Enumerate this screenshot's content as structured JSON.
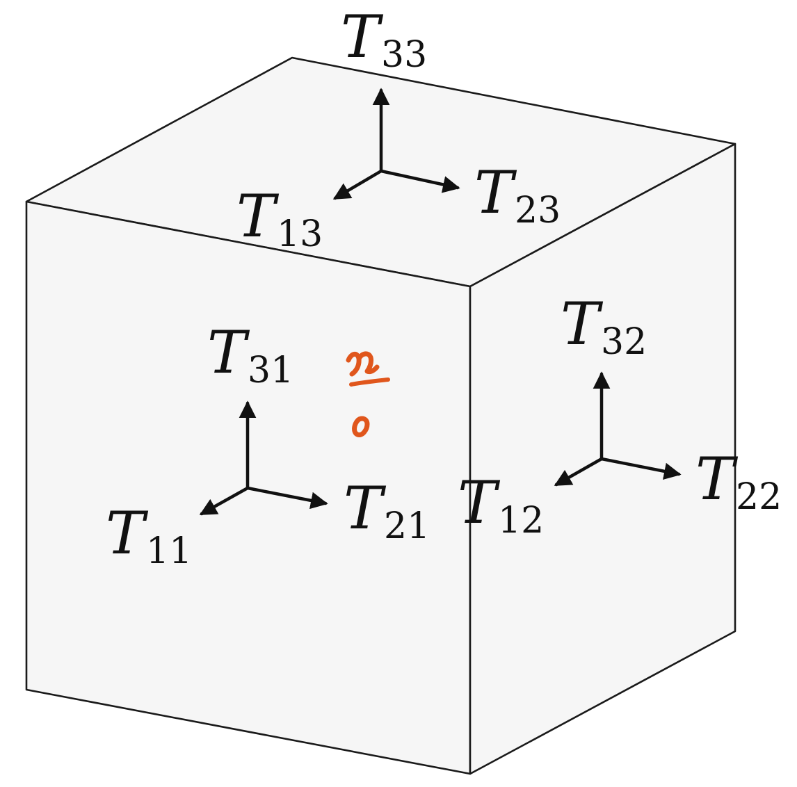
{
  "labels": {
    "t33": {
      "main": "T",
      "sub": "33"
    },
    "t13": {
      "main": "T",
      "sub": "13"
    },
    "t23": {
      "main": "T",
      "sub": "23"
    },
    "t31": {
      "main": "T",
      "sub": "31"
    },
    "t11": {
      "main": "T",
      "sub": "11"
    },
    "t21": {
      "main": "T",
      "sub": "21"
    },
    "t32": {
      "main": "T",
      "sub": "32"
    },
    "t12": {
      "main": "T",
      "sub": "12"
    },
    "t22": {
      "main": "T",
      "sub": "22"
    }
  },
  "colors": {
    "face_fill": "#f6f6f6",
    "edge": "#1a1a1a",
    "arrow": "#111111",
    "handwriting": "#e0561c"
  },
  "icons": [
    "arrow-icon",
    "handwritten-x-annotation",
    "handwritten-dot-annotation"
  ]
}
